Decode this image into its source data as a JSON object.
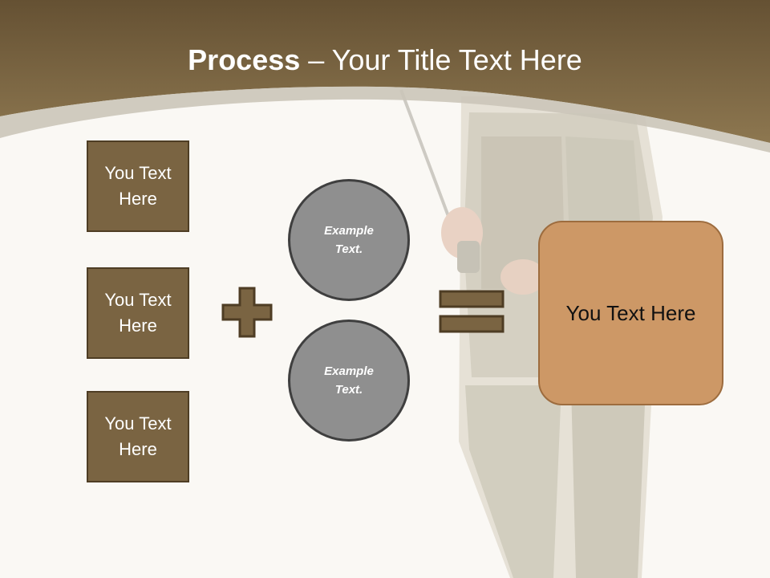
{
  "title": {
    "bold": "Process",
    "rest": " – Your Title Text Here"
  },
  "input_boxes": [
    {
      "label": "You Text Here"
    },
    {
      "label": "You Text Here"
    },
    {
      "label": "You Text Here"
    }
  ],
  "circles": [
    {
      "label": "Example Text."
    },
    {
      "label": "Example Text."
    }
  ],
  "result_box": {
    "label": "You Text Here"
  },
  "operators": {
    "plus": "plus-icon",
    "equals": "equals-icon"
  },
  "colors": {
    "header": "#87714a",
    "background": "#faf8f4",
    "box_fill": "#7a6442",
    "circle_fill": "#8f8f8f",
    "result_fill": "#cd9866"
  }
}
